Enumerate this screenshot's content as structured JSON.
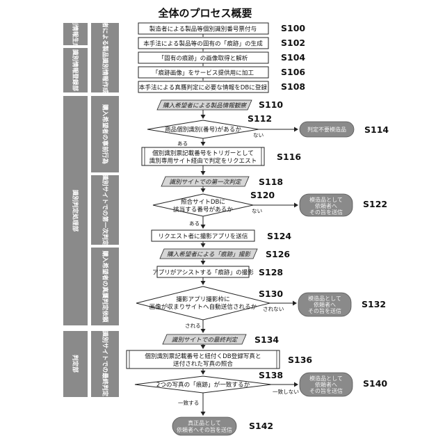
{
  "title": "全体のプロセス概要",
  "sections": {
    "outer": [
      {
        "id": "a",
        "label": "識別情報生成部"
      },
      {
        "id": "b",
        "label": "識別情報登録部"
      },
      {
        "id": "c",
        "label": "識別判定処理部"
      },
      {
        "id": "d",
        "label": "判定部"
      }
    ],
    "inner": [
      {
        "id": "a",
        "label": "製造者による製品識別情報作成登録"
      },
      {
        "id": "c1",
        "label": "購入希望者の事前行為"
      },
      {
        "id": "c2",
        "label": "識別サイトでの第一次判定"
      },
      {
        "id": "c3",
        "label": "購入希望者の真贋判定依頼"
      },
      {
        "id": "d",
        "label": "識別サイトでの最終判定"
      }
    ]
  },
  "steps": {
    "S100": {
      "code": "S100",
      "text": "製造者による製品等個別識別番号票付与"
    },
    "S102": {
      "code": "S102",
      "text": "本手法による製品等の固有の「痕跡」の生成"
    },
    "S104": {
      "code": "S104",
      "text": "「固有の痕跡」の画像取得と解析"
    },
    "S106": {
      "code": "S106",
      "text": "「痕跡画像」をサービス提供用に加工"
    },
    "S108": {
      "code": "S108",
      "text": "本手法による真贋判定に必要な情報をDBに登録"
    },
    "S110": {
      "code": "S110",
      "text": "購入希望者による製品情報観察"
    },
    "S112": {
      "code": "S112",
      "text": "商品個別識別(番号)があるか"
    },
    "S114": {
      "code": "S114",
      "text": "判定不要模造品"
    },
    "S116": {
      "code": "S116",
      "lines": [
        "個別識別票記載番号をトリガーとして",
        "識別専用サイト経由で判定をリクエスト"
      ]
    },
    "S118": {
      "code": "S118",
      "text": "識別サイトでの第一次判定"
    },
    "S120": {
      "code": "S120",
      "lines": [
        "照合サイトDBに",
        "該当する番号があるか"
      ]
    },
    "S122": {
      "code": "S122",
      "lines": [
        "模造品として",
        "依頼者へ",
        "その旨を送信"
      ]
    },
    "S124": {
      "code": "S124",
      "text": "リクエスト者に撮影アプリを送信"
    },
    "S126": {
      "code": "S126",
      "text": "購入希望者による「痕跡」撮影"
    },
    "S128": {
      "code": "S128",
      "text": "アプリがアシストする「痕跡」の撮影"
    },
    "S130": {
      "code": "S130",
      "lines": [
        "撮影アプリ撮影枠に",
        "画像が収まりサイトへ自動送信されるか"
      ]
    },
    "S132": {
      "code": "S132",
      "lines": [
        "模造品として",
        "依頼者へ",
        "その旨を送信"
      ]
    },
    "S134": {
      "code": "S134",
      "text": "識別サイトでの最終判定"
    },
    "S136": {
      "code": "S136",
      "lines": [
        "個別識別票記載番号と紐付くDB登録写真と",
        "送付された写真の照合"
      ]
    },
    "S138": {
      "code": "S138",
      "text": "2つの写真の「痕跡」が一致するか"
    },
    "S140": {
      "code": "S140",
      "lines": [
        "模造品として",
        "依頼者へ",
        "その旨を送信"
      ]
    },
    "S142": {
      "code": "S142",
      "lines": [
        "真正品として",
        "依頼者へその旨を送信"
      ]
    }
  },
  "branches": {
    "yes_s112": "ある",
    "no_s112": "ない",
    "yes_s120": "ある",
    "no_s120": "ない",
    "yes_s130": "される",
    "no_s130": "されない",
    "yes_s138": "一致する",
    "no_s138": "一致しない"
  },
  "colors": {
    "sidebar": "#8a8a8a",
    "terminal": "#8a8a8a",
    "process": "#e8e8e8"
  }
}
